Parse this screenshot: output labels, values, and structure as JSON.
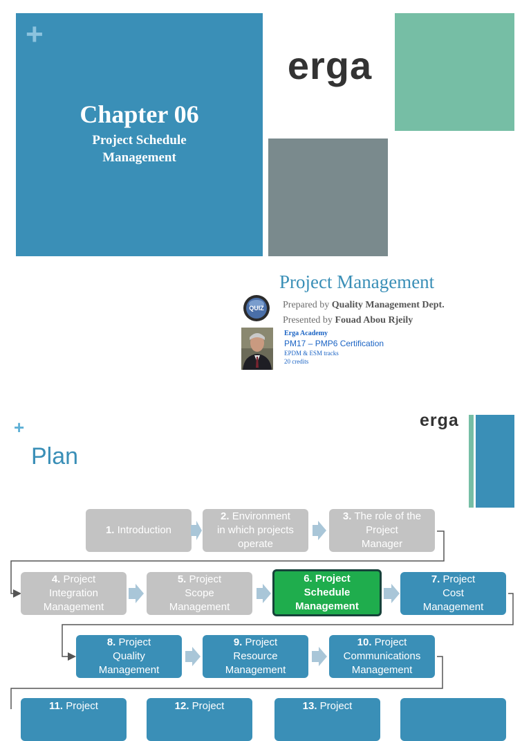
{
  "slide1": {
    "chapter_title": "Chapter 06",
    "chapter_subtitle": "Project Schedule\nManagement",
    "logo_text": "erga",
    "course_title": "Project Management",
    "prepared_label": "Prepared by",
    "prepared_value": "Quality Management Dept.",
    "presented_label": "Presented by",
    "presented_value": "Fouad Abou Rjeily",
    "academy": "Erga Academy",
    "certification": "PM17 – PMP6 Certification",
    "tracks": "EPDM & ESM tracks",
    "credits": "20 credits",
    "quiz_badge": "QUIZ",
    "colors": {
      "primary_blue": "#3a8fb7",
      "green": "#76bea5",
      "gray": "#7a8a8d"
    }
  },
  "slide2": {
    "title": "Plan",
    "logo_text": "erga",
    "steps": [
      {
        "num": "1.",
        "text": " Introduction",
        "style": "gray"
      },
      {
        "num": "2.",
        "text": " Environment\nin which projects\noperate",
        "style": "gray"
      },
      {
        "num": "3.",
        "text": " The role of the\nProject\nManager",
        "style": "gray"
      },
      {
        "num": "4.",
        "text": " Project\nIntegration\nManagement",
        "style": "gray"
      },
      {
        "num": "5.",
        "text": " Project\nScope\nManagement",
        "style": "gray"
      },
      {
        "num": "6.",
        "text": " Project\nSchedule\nManagement",
        "style": "active"
      },
      {
        "num": "7.",
        "text": " Project\nCost\nManagement",
        "style": "blue"
      },
      {
        "num": "8.",
        "text": " Project\nQuality\nManagement",
        "style": "blue"
      },
      {
        "num": "9.",
        "text": " Project\nResource\nManagement",
        "style": "blue"
      },
      {
        "num": "10.",
        "text": " Project\nCommunications\nManagement",
        "style": "blue"
      },
      {
        "num": "11.",
        "text": " Project",
        "style": "blue"
      },
      {
        "num": "12.",
        "text": " Project",
        "style": "blue"
      },
      {
        "num": "13.",
        "text": " Project",
        "style": "blue"
      },
      {
        "num": "",
        "text": "",
        "style": "blue"
      }
    ],
    "colors": {
      "gray_step": "#c3c3c3",
      "blue_step": "#3a8fb7",
      "active_step": "#1fad4d",
      "arrow": "#a9c6d8"
    }
  }
}
